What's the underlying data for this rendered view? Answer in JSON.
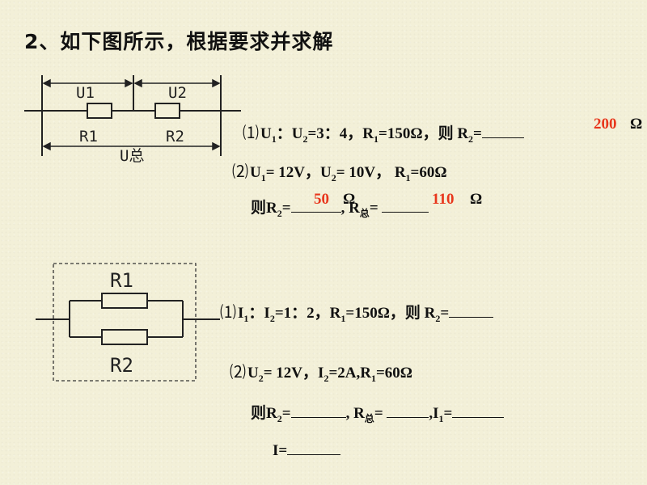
{
  "title": "2、如下图所示，根据要求并求解",
  "series_circuit": {
    "label_u1": "U1",
    "label_u2": "U2",
    "label_r1": "R1",
    "label_r2": "R2",
    "label_utotal": "U总"
  },
  "q1": {
    "line1": {
      "num": "⑴",
      "a": "U",
      "a_sub": "1",
      "b": "：U",
      "b_sub": "2",
      "c": "=3：4，R",
      "c_sub": "1",
      "d": "=150Ω，则 R",
      "d_sub": "2",
      "e": "="
    },
    "line1_answer": "200",
    "line1_unit": "Ω",
    "line2": {
      "num": "⑵",
      "a": "U",
      "a_sub": "1",
      "b": "= 12V，U",
      "b_sub": "2",
      "c": "= 10V， R",
      "c_sub": "1",
      "d": "=60Ω"
    },
    "line3": {
      "a": "则R",
      "a_sub": "2",
      "b": "=",
      "c": ", R",
      "c_sub": "总",
      "d": "= "
    },
    "line3_answer1": "50",
    "line3_unit1": "Ω",
    "line3_answer2": "110",
    "line3_unit2": "Ω"
  },
  "parallel_circuit": {
    "label_r1": "R1",
    "label_r2": "R2"
  },
  "q2": {
    "line1": {
      "num": "⑴",
      "a": "I",
      "a_sub": "1",
      "b": "：I",
      "b_sub": "2",
      "c": "=1：2，R",
      "c_sub": "1",
      "d": "=150Ω，则 R",
      "d_sub": "2",
      "e": "="
    },
    "line2": {
      "num": "⑵",
      "a": "U",
      "a_sub": "2",
      "b": "= 12V，I",
      "b_sub": "2",
      "c": "=2A,R",
      "c_sub": "1",
      "d": "=60Ω"
    },
    "line3": {
      "a": "则R",
      "a_sub": "2",
      "b": "=",
      "c": ", R",
      "c_sub": "总",
      "d": "= ",
      "e": ",I",
      "e_sub": "1",
      "f": "="
    },
    "line4": {
      "a": "I="
    }
  }
}
